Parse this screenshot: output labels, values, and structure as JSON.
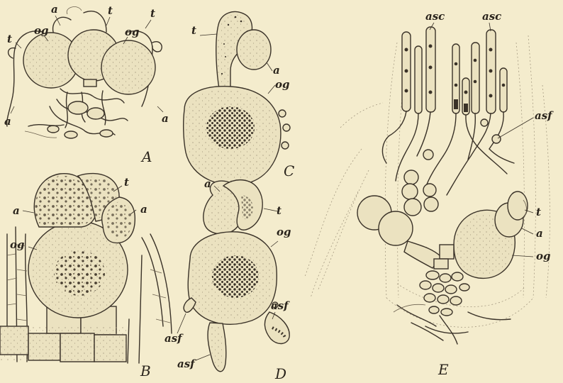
{
  "figure": {
    "panels": {
      "A": {
        "panel_label": "A",
        "labels": {
          "a_top": "a",
          "t_left": "t",
          "og_left": "og",
          "t_mid": "t",
          "og_right": "og",
          "t_right": "t",
          "a_left": "a",
          "a_right": "a"
        }
      },
      "B": {
        "panel_label": "B",
        "labels": {
          "t": "t",
          "a_left": "a",
          "a_right": "a",
          "og": "og"
        }
      },
      "C": {
        "panel_label": "C",
        "labels": {
          "t": "t",
          "a": "a",
          "og": "og"
        }
      },
      "D": {
        "panel_label": "D",
        "labels": {
          "a": "a",
          "t": "t",
          "og": "og",
          "asf_left": "asf",
          "asf_right": "asf",
          "asf_bottom": "asf"
        }
      },
      "E": {
        "panel_label": "E",
        "labels": {
          "asc_left": "asc",
          "asc_right": "asc",
          "asf": "asf",
          "t": "t",
          "a": "a",
          "og": "og"
        }
      }
    }
  }
}
